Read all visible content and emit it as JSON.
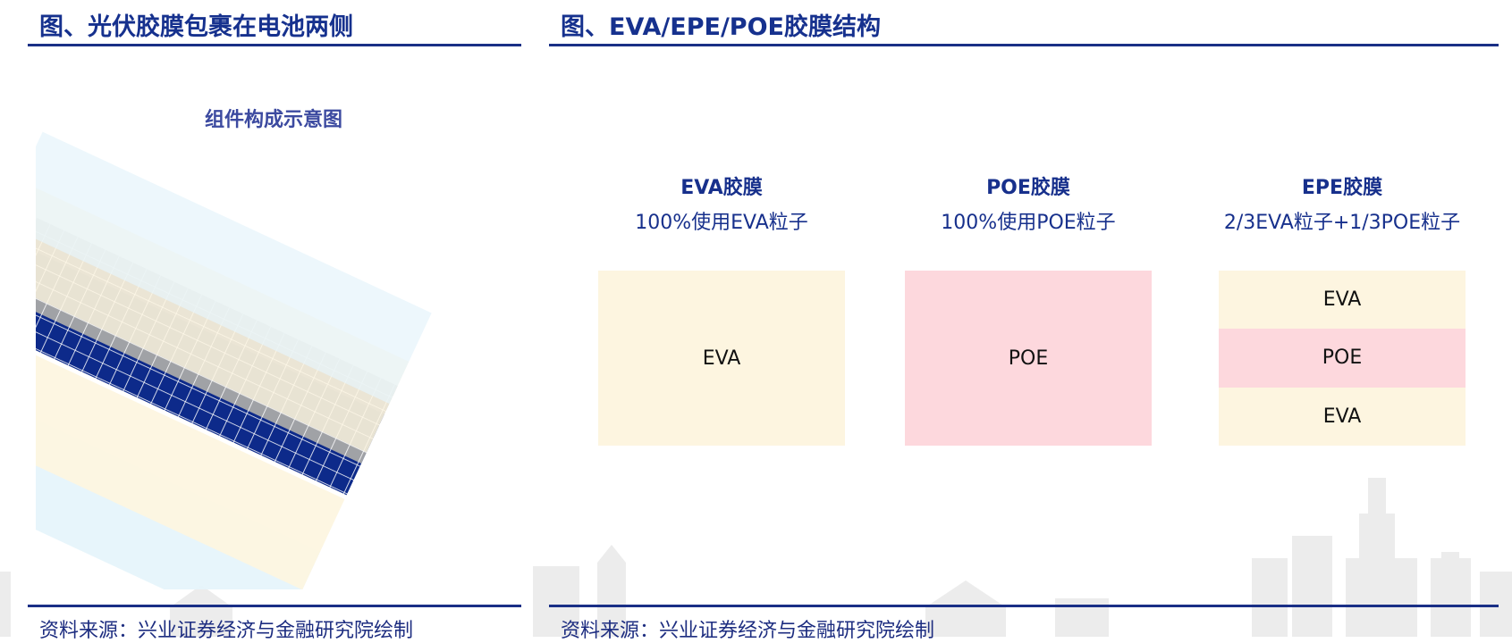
{
  "left_panel": {
    "title": "图、光伏胶膜包裹在电池两侧",
    "caption": "组件构成示意图",
    "source": "资料来源：兴业证券经济与金融研究院绘制"
  },
  "right_panel": {
    "title": "图、EVA/EPE/POE胶膜结构",
    "source": "资料来源：兴业证券经济与金融研究院绘制",
    "films": [
      {
        "name": "EVA胶膜",
        "description": "100%使用EVA粒子",
        "layers": [
          {
            "label": "EVA",
            "color": "#fdf5e0"
          }
        ]
      },
      {
        "name": "POE胶膜",
        "description": "100%使用POE粒子",
        "layers": [
          {
            "label": "POE",
            "color": "#fdd8dd"
          }
        ]
      },
      {
        "name": "EPE胶膜",
        "description": "2/3EVA粒子+1/3POE粒子",
        "layers": [
          {
            "label": "EVA",
            "color": "#fdf5e0"
          },
          {
            "label": "POE",
            "color": "#fdd8dd"
          },
          {
            "label": "EVA",
            "color": "#fdf5e0"
          }
        ]
      }
    ]
  },
  "colors": {
    "title": "#16318e",
    "rule": "#1a2f86",
    "glass": "#e6f4fb",
    "encapsulant": "#fdf5e0",
    "cell": "#0d2a8a",
    "backsheet": "#a6a6a6"
  }
}
